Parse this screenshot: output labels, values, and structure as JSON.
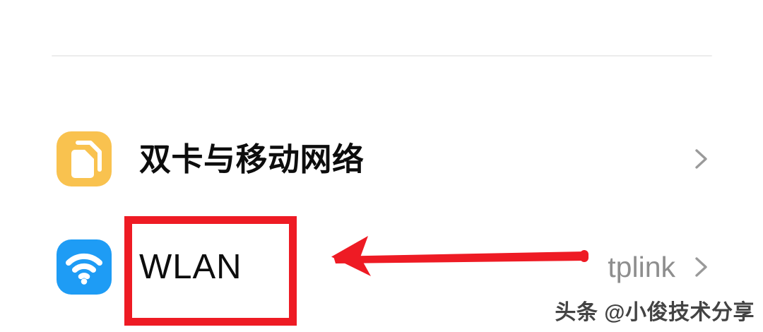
{
  "screen": {
    "title": "Settings list excerpt",
    "background_color": "#ffffff",
    "divider_color": "#ececec"
  },
  "settings": {
    "rows": [
      {
        "id": "dual-sim-mobile-network",
        "label": "双卡与移动网络",
        "icon": "sim-card-icon",
        "icon_color": "#f9c24f",
        "value": "",
        "chevron": "chevron-right-icon"
      },
      {
        "id": "wlan",
        "label": "WLAN",
        "icon": "wifi-icon",
        "icon_color": "#1e9cf5",
        "value": "tplink",
        "chevron": "chevron-right-icon"
      }
    ]
  },
  "annotations": {
    "highlight_box": {
      "target": "WLAN",
      "color": "#ee1b24"
    },
    "arrow": {
      "direction": "left",
      "color": "#ee1b24",
      "points_to": "WLAN"
    }
  },
  "watermark": {
    "text": "头条 @小俊技术分享"
  }
}
